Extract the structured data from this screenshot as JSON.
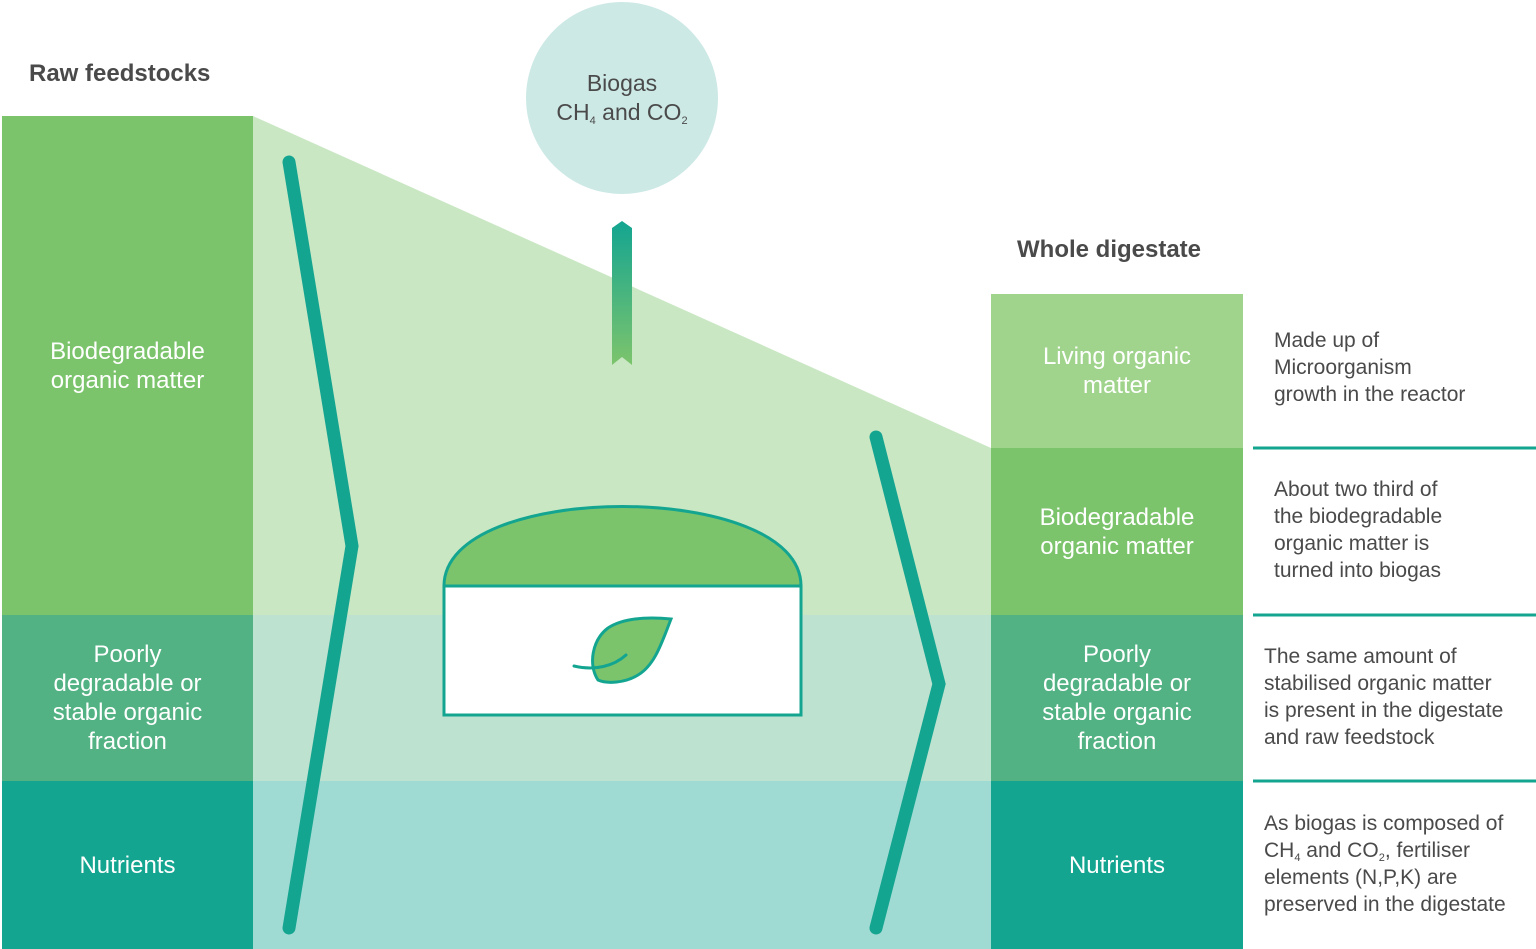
{
  "raw_feedstocks": {
    "heading": "Raw feedstocks",
    "blocks": [
      {
        "label": "Biodegradable\norganic matter"
      },
      {
        "label": "Poorly\ndegradable or\nstable organic\nfraction"
      },
      {
        "label": "Nutrients"
      }
    ]
  },
  "biogas": {
    "title": "Biogas",
    "formula": {
      "a": "CH",
      "a_sub": "4",
      "mid": " and CO",
      "b_sub": "2"
    }
  },
  "whole_digestate": {
    "heading": "Whole digestate",
    "blocks": [
      {
        "label": "Living organic\nmatter"
      },
      {
        "label": "Biodegradable\norganic matter"
      },
      {
        "label": "Poorly\ndegradable or\nstable organic\nfraction"
      },
      {
        "label": "Nutrients"
      }
    ]
  },
  "notes": {
    "living": [
      "Made up of",
      "Microorganism",
      "growth in the reactor"
    ],
    "biodegradable": [
      "About two third of",
      "the biodegradable",
      "organic matter is",
      "turned into biogas"
    ],
    "stable": [
      "The same amount of",
      "stabilised organic matter",
      "is present in the digestate",
      "and raw feedstock"
    ],
    "nutrients": {
      "line1": "As biogas is composed of",
      "l2_a": "CH",
      "l2_sub1": "4",
      "l2_b": " and CO",
      "l2_sub2": "2",
      "l2_c": ", fertiliser",
      "line3": "elements (N,P,K) are",
      "line4": "preserved in the digestate"
    }
  },
  "colors": {
    "green_main": "#7cc46c",
    "green_light": "#a0d48c",
    "green_pale": "#c9e7c3",
    "teal_mid": "#52b283",
    "teal_pale": "#bde2cf",
    "teal_dark": "#14a591",
    "teal_band": "#a0dbd3",
    "bubble": "#cde9e5",
    "text_dark": "#4a4a4a"
  },
  "icons": [
    "chevron-right-icon",
    "up-arrow-icon",
    "leaf-icon",
    "digester-icon"
  ]
}
